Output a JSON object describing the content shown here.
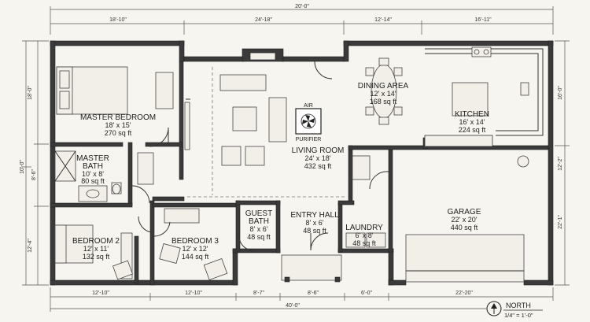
{
  "dimensions": {
    "top_total": "20'-0\"",
    "top": [
      "18'-10\"",
      "24'-18\"",
      "12'-14\"",
      "16'-11\""
    ],
    "bottom": [
      "12'-10\"",
      "12'-10\"",
      "8'-7\"",
      "8'-6\"",
      "6'-0\"",
      "22'-20\""
    ],
    "bottom_total": "40'-0\"",
    "left": [
      "18'-0\"",
      "10'-0\"",
      "8'-6\"",
      "12'-4\""
    ],
    "right": [
      "16'-0\"",
      "12'-2\"",
      "22'-1\""
    ]
  },
  "rooms": {
    "master_bedroom": {
      "name": "MASTER BEDROOM",
      "size": "18' x 15'",
      "area": "270 sq ft"
    },
    "master_bath": {
      "name_line1": "MASTER",
      "name_line2": "BATH",
      "size": "10' x 8'",
      "area": "80 sq ft"
    },
    "bedroom2": {
      "name": "BEDROOM 2",
      "size": "12' x 11'",
      "area": "132 sq ft"
    },
    "bedroom3": {
      "name": "BEDROOM 3",
      "size": "12' x 12'",
      "area": "144 sq ft"
    },
    "living": {
      "name": "LIVING ROOM",
      "size": "24' x 18'",
      "area": "432 sq ft"
    },
    "dining": {
      "name": "DINING AREA",
      "size": "12' x 14'",
      "area": "168 sq ft"
    },
    "kitchen": {
      "name": "KITCHEN",
      "size": "16' x 14'",
      "area": "224 sq ft"
    },
    "guest_bath": {
      "name_line1": "GUEST",
      "name_line2": "BATH",
      "size": "8' x 6'",
      "area": "48 sq ft"
    },
    "entry": {
      "name": "ENTRY HALL",
      "size": "8' x 6'",
      "area": "48 sq ft"
    },
    "laundry": {
      "name": "LAUNDRY",
      "size": "6' x 8'",
      "area": "48 sq ft"
    },
    "garage": {
      "name": "GARAGE",
      "size": "22' x 20'",
      "area": "440 sq ft"
    }
  },
  "air_purifier": {
    "line1": "AIR",
    "line2": "PURIFIER"
  },
  "legend": {
    "north": "NORTH",
    "scale": "1/4\" = 1'-0\""
  }
}
